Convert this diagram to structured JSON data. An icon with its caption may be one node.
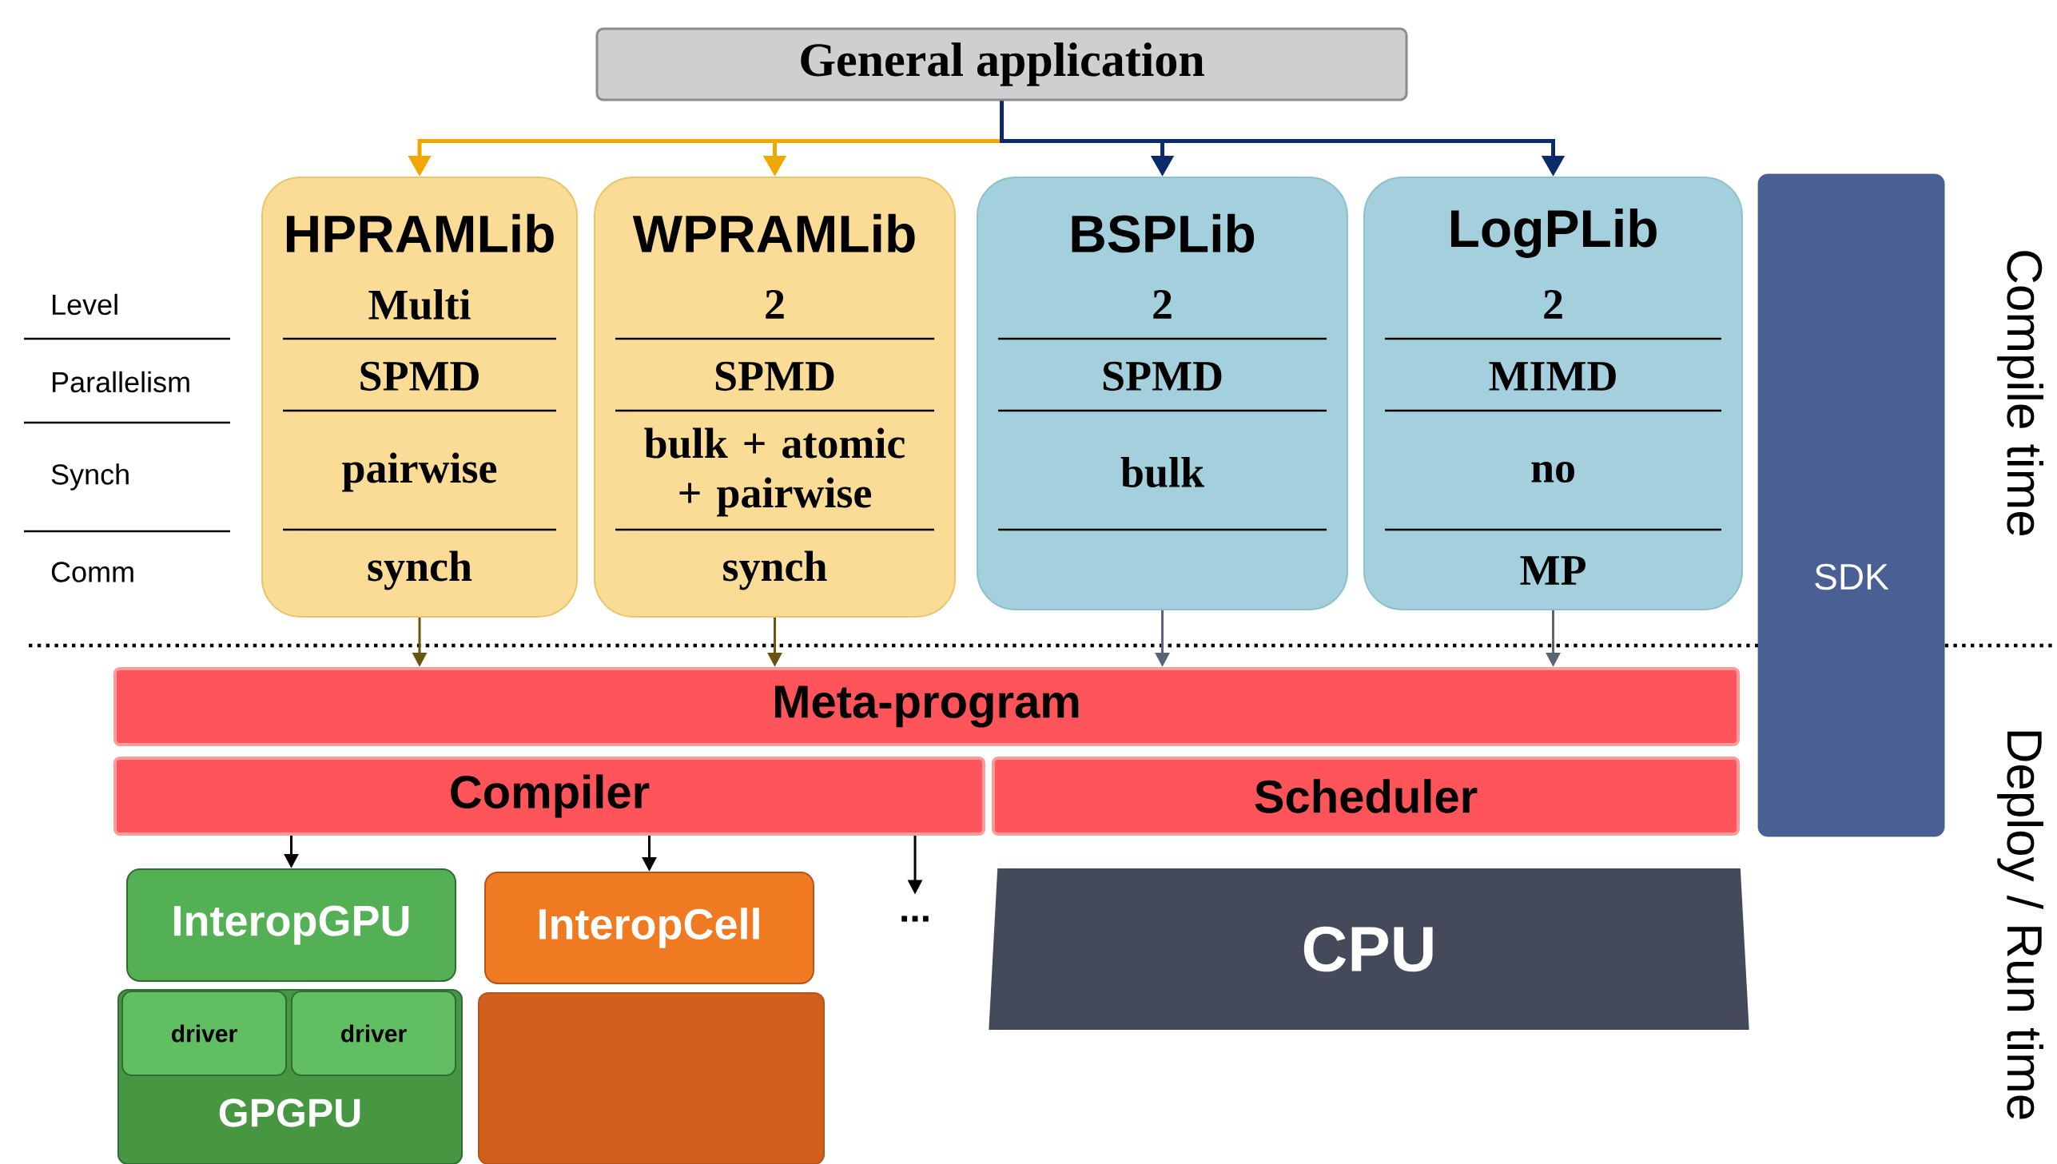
{
  "diagram": {
    "nodes": [
      {
        "text": [
          "General application"
        ]
      },
      {
        "text": [
          "HPRAMLib",
          "Multi",
          "SPMD",
          "pairwise",
          "synch"
        ]
      },
      {
        "text": [
          "WPRAMLib",
          "2",
          "SPMD",
          "bulk + atomic + pairwise",
          "synch"
        ]
      },
      {
        "text": [
          "BSPLib",
          "2",
          "SPMD",
          "bulk"
        ]
      },
      {
        "text": [
          "LogPLib",
          "2",
          "MIMD",
          "no",
          "MP"
        ]
      },
      {
        "text": [
          "SDK"
        ]
      },
      {
        "text": [
          "Meta-program"
        ]
      },
      {
        "text": [
          "Compiler"
        ]
      },
      {
        "text": [
          "Scheduler"
        ]
      },
      {
        "text": [
          "InteropGPU"
        ]
      },
      {
        "text": [
          "GPGPU"
        ]
      },
      {
        "text": [
          "driver"
        ],
        "in": 10
      },
      {
        "text": [
          "driver"
        ],
        "in": 10
      },
      {
        "text": [
          "InteropCell"
        ]
      },
      {
        "text": [],
        "shape": "box"
      },
      {
        "text": [
          "..."
        ]
      },
      {
        "text": [
          "CPU"
        ]
      }
    ],
    "edges": [
      {
        "from": 0,
        "to": 1,
        "arrow": "to",
        "color": "#f0a800"
      },
      {
        "from": 0,
        "to": 2,
        "arrow": "to",
        "color": "#f0a800"
      },
      {
        "from": 0,
        "to": 3,
        "arrow": "to",
        "color": "#0b2a6b"
      },
      {
        "from": 0,
        "to": 4,
        "arrow": "to",
        "color": "#0b2a6b"
      },
      {
        "from": 1,
        "to": 6,
        "arrow": "to",
        "color": "#6b5312"
      },
      {
        "from": 2,
        "to": 6,
        "arrow": "to",
        "color": "#6b5312"
      },
      {
        "from": 3,
        "to": 6,
        "arrow": "to",
        "color": "#5b6377"
      },
      {
        "from": 4,
        "to": 6,
        "arrow": "to",
        "color": "#5b6377"
      },
      {
        "from": 7,
        "to": 9,
        "arrow": "to"
      },
      {
        "from": 7,
        "to": 13,
        "arrow": "to"
      },
      {
        "from": 7,
        "to": 15,
        "arrow": "to"
      }
    ],
    "labels": [
      "Level",
      "Parallelism",
      "Synch",
      "Comm",
      "Compile time",
      "Deploy / Run time"
    ]
  }
}
